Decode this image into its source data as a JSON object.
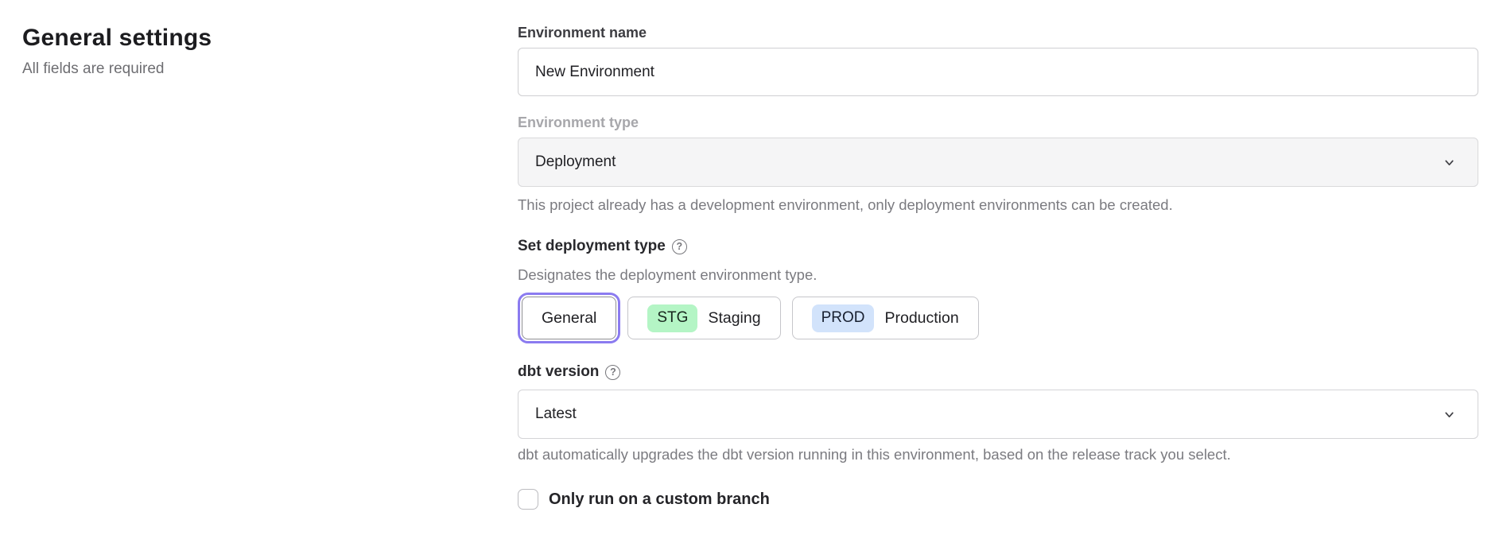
{
  "page": {
    "title": "General settings",
    "subtitle": "All fields are required"
  },
  "form": {
    "environment_name": {
      "label": "Environment name",
      "value": "New Environment"
    },
    "environment_type": {
      "label": "Environment type",
      "value": "Deployment",
      "disabled": true,
      "helper": "This project already has a development environment, only deployment environments can be created."
    },
    "deployment_type": {
      "label": "Set deployment type",
      "helper": "Designates the deployment environment type.",
      "options": [
        {
          "label": "General",
          "badge": "",
          "selected": true
        },
        {
          "label": "Staging",
          "badge": "STG",
          "badge_color": "#b4f5c5",
          "selected": false
        },
        {
          "label": "Production",
          "badge": "PROD",
          "badge_color": "#d2e3fb",
          "selected": false
        }
      ]
    },
    "dbt_version": {
      "label": "dbt version",
      "value": "Latest",
      "helper": "dbt automatically upgrades the dbt version running in this environment, based on the release track you select."
    },
    "custom_branch": {
      "label": "Only run on a custom branch",
      "checked": false
    }
  },
  "icons": {
    "help": "?"
  },
  "colors": {
    "selected_ring": "#8b7bf0",
    "staging_badge_bg": "#b4f5c5",
    "production_badge_bg": "#d2e3fb",
    "disabled_field_bg": "#f5f5f6",
    "border": "#cfcfd2",
    "helper_text": "#7b7b80"
  }
}
